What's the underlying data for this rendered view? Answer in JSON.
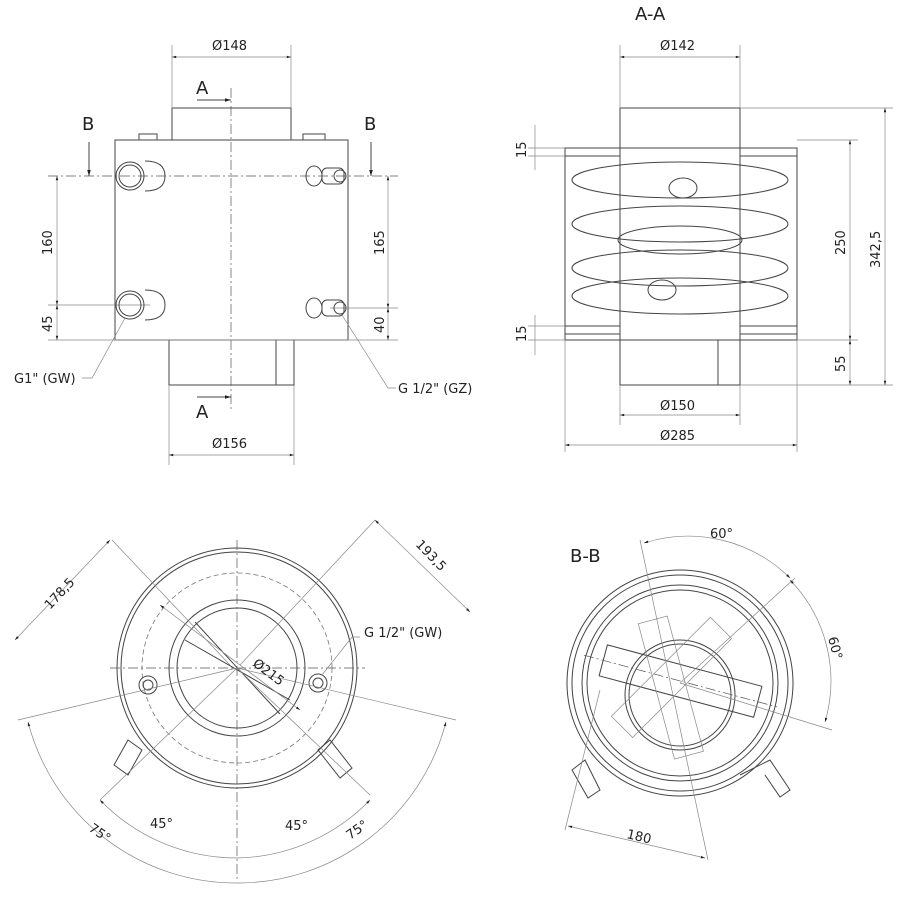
{
  "front_view": {
    "dim_top_diameter": "Ø148",
    "dim_bottom_diameter": "Ø156",
    "section_a_top": "A",
    "section_a_bottom": "A",
    "section_b_left": "B",
    "section_b_right": "B",
    "dim_160": "160",
    "dim_45": "45",
    "dim_165": "165",
    "dim_40": "40",
    "port_left_label": "G1\" (GW)",
    "port_right_label": "G 1/2\" (GZ)"
  },
  "section_aa": {
    "title": "A-A",
    "dim_142": "Ø142",
    "dim_150": "Ø150",
    "dim_285": "Ø285",
    "dim_15_top": "15",
    "dim_15_bottom": "15",
    "dim_250": "250",
    "dim_55": "55",
    "dim_342": "342,5"
  },
  "bottom_view": {
    "dim_178": "178,5",
    "dim_193": "193,5",
    "dim_215": "Ø215",
    "port_label": "G 1/2\" (GW)",
    "angle_45_left": "45°",
    "angle_45_right": "45°",
    "angle_75_left": "75°",
    "angle_75_right": "75°"
  },
  "section_bb": {
    "title": "B-B",
    "angle_60_top": "60°",
    "angle_60_right": "60°",
    "dim_180": "180"
  }
}
